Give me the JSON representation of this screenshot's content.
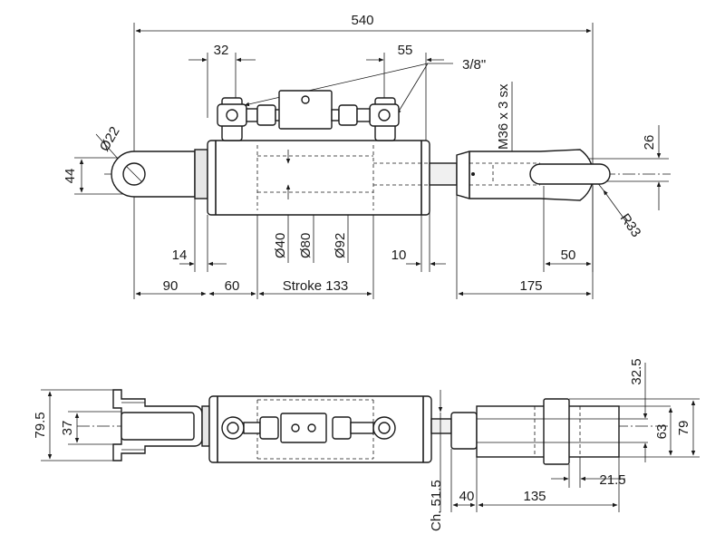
{
  "drawing": {
    "top_view": {
      "dimensions": {
        "overall_length": "540",
        "port_spacing_left": "32",
        "port_spacing_right": "55",
        "port_thread": "3/8\"",
        "rod_thread": "M36 x 3 sx",
        "pin_diameter": "Ø22",
        "eye_width": "44",
        "clevis_slot": "26",
        "clevis_radius": "R33",
        "rod_diameter": "Ø40",
        "bore_diameter": "Ø80",
        "tube_diameter": "Ø92",
        "head_offset": "14",
        "gland_offset": "10",
        "clevis_slot_length": "50",
        "eye_to_tube": "90",
        "tube_cap_length": "60",
        "stroke": "Stroke 133",
        "clevis_length": "175"
      }
    },
    "bottom_view": {
      "dimensions": {
        "fork_outer": "79.5",
        "fork_inner": "37",
        "clevis_offset": "32.5",
        "clevis_inner": "63",
        "clevis_outer": "79",
        "clevis_tab": "21.5",
        "chamfer": "Ch. 51.5",
        "nut_length": "40",
        "clevis_body_length": "135"
      }
    }
  }
}
